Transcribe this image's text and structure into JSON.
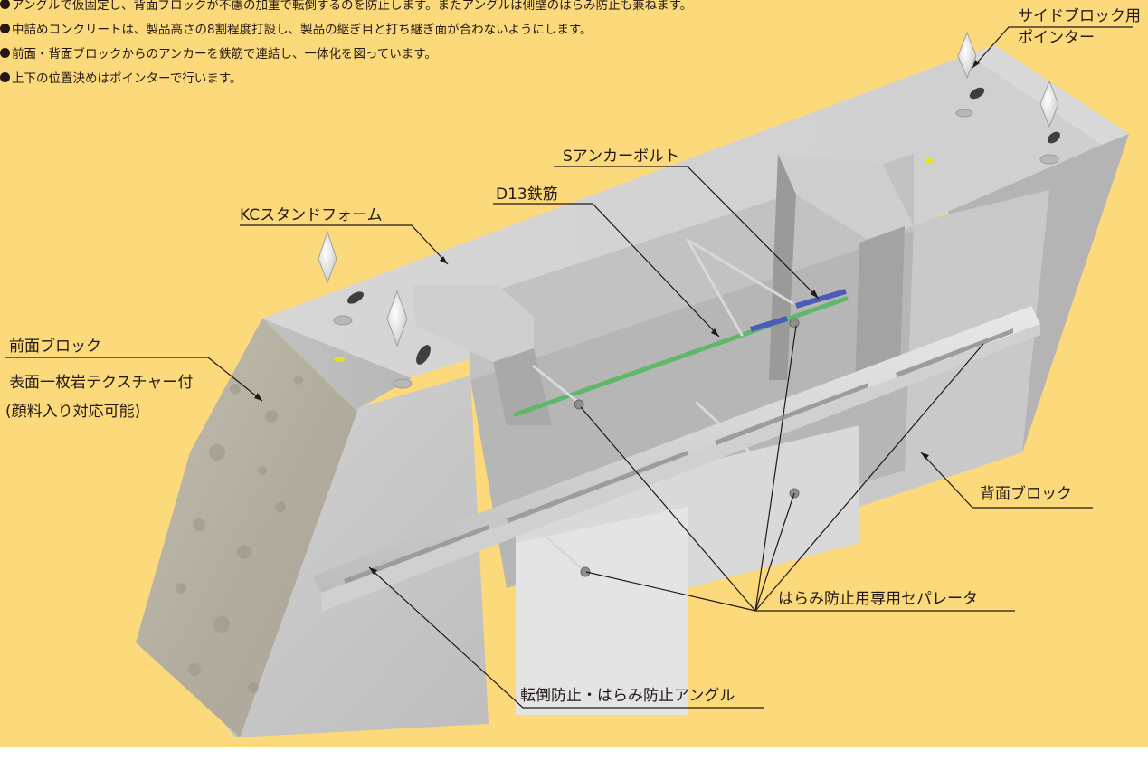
{
  "notes": [
    "アングルで仮固定し、背面ブロックが不慮の加重で転倒するのを防止します。またアングルは側壁のはらみ防止も兼ねます。",
    "中詰めコンクリートは、製品高さの8割程度打設し、製品の継ぎ目と打ち継ぎ面が合わないようにします。",
    "前面・背面ブロックからのアンカーを鉄筋で連結し、一体化を図っています。",
    "上下の位置決めはポインターで行います。"
  ],
  "labels": {
    "side_block_pointer_line1": "サイドブロック用",
    "side_block_pointer_line2": "ポインター",
    "s_anchor_bolt": "Sアンカーボルト",
    "d13_rebar": "D13鉄筋",
    "kc_stand_form": "KCスタンドフォーム",
    "front_block": "前面ブロック",
    "front_texture_line1": "表面一枚岩テクスチャー付",
    "front_texture_line2": "(顔料入り対応可能)",
    "back_block": "背面ブロック",
    "separator": "はらみ防止用専用セパレータ",
    "angle": "転倒防止・はらみ防止アングル"
  },
  "colors": {
    "background": "#fcd97a",
    "concrete_light": "#dcdcdc",
    "concrete_mid": "#c8c8c8",
    "concrete_dark": "#a9a9a9",
    "rock_face": "#b9b3a6",
    "rebar": "#5fb86a",
    "anchor_bolt": "#4a5bb8",
    "marker_yellow": "#e8e020",
    "leader_line": "#231815"
  }
}
